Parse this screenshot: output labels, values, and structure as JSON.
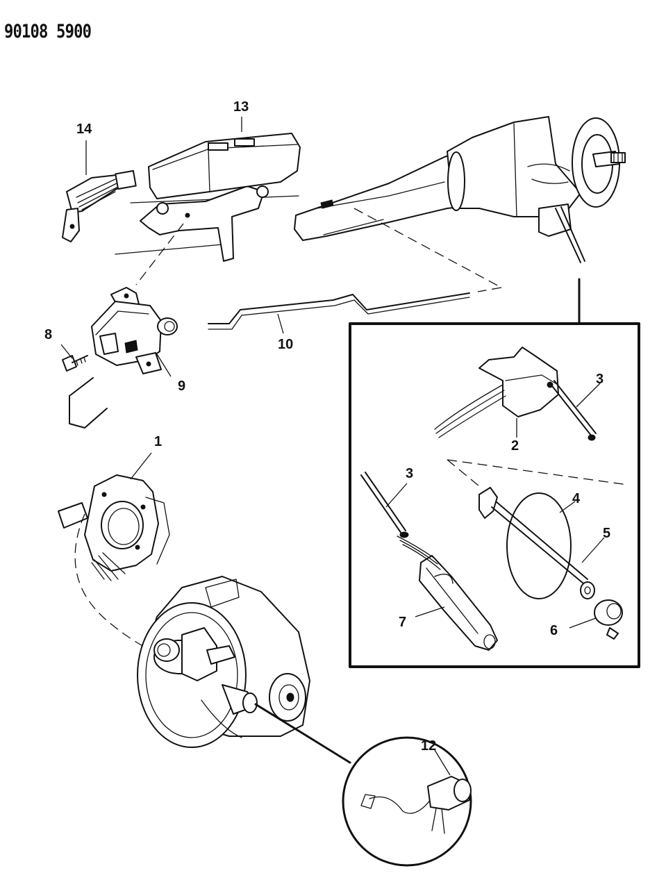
{
  "document_code": "90108 5900",
  "callouts": {
    "c1": "1",
    "c2": "2",
    "c3a": "3",
    "c3b": "3",
    "c4": "4",
    "c5": "5",
    "c6": "6",
    "c7": "7",
    "c8": "8",
    "c9": "9",
    "c10": "10",
    "c12": "12",
    "c13": "13",
    "c14": "14"
  }
}
